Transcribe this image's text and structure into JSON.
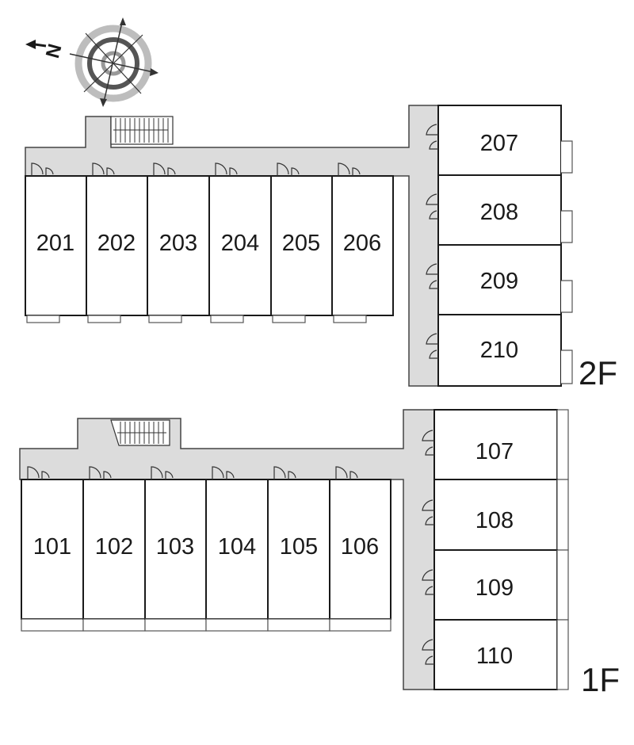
{
  "compass": {
    "north_letter": "N"
  },
  "floors": [
    {
      "label": "2F",
      "rooms_row": [
        "201",
        "202",
        "203",
        "204",
        "205",
        "206"
      ],
      "rooms_column": [
        "207",
        "208",
        "209",
        "210"
      ]
    },
    {
      "label": "1F",
      "rooms_row": [
        "101",
        "102",
        "103",
        "104",
        "105",
        "106"
      ],
      "rooms_column": [
        "107",
        "108",
        "109",
        "110"
      ]
    }
  ]
}
